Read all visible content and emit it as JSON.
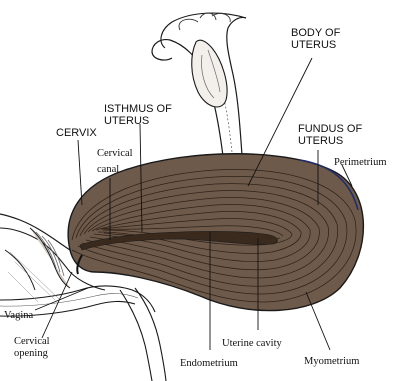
{
  "labels": {
    "body_of_uterus_line1": "BODY OF",
    "body_of_uterus_line2": "UTERUS",
    "isthmus_line1": "ISTHMUS OF",
    "isthmus_line2": "UTERUS",
    "fundus_line1": "FUNDUS OF",
    "fundus_line2": "UTERUS",
    "cervix": "CERVIX",
    "cervical_canal_line1": "Cervical",
    "cervical_canal_line2": "canal",
    "perimetrium": "Perimetrium",
    "vagina": "Vagina",
    "cervical_opening_line1": "Cervical",
    "cervical_opening_line2": "opening",
    "endometrium": "Endometrium",
    "uterine_cavity": "Uterine cavity",
    "myometrium": "Myometrium"
  },
  "colors": {
    "myometrium": "#6e5a4a",
    "muscle_lines": "#2f2219",
    "cavity": "#3a2a1e",
    "perimetrium": "#1f2f6b",
    "outline": "#1a1a1a",
    "background": "#ffffff"
  }
}
